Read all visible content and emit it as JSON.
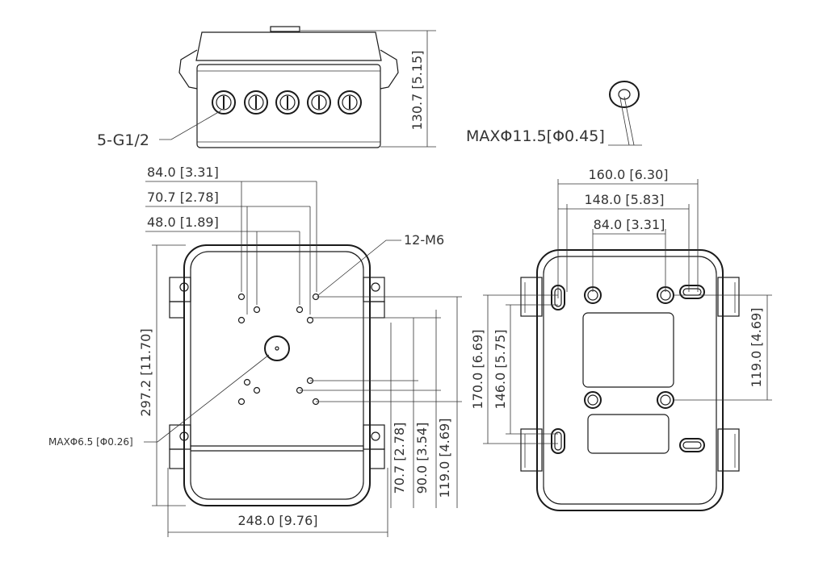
{
  "top_view": {
    "gland_label": "5-G1/2",
    "height_dim": "130.7 [5.15]"
  },
  "grommet": {
    "label": "MAXΦ11.5[Φ0.45]"
  },
  "front_view": {
    "dim_84": "84.0 [3.31]",
    "dim_70_7": "70.7 [2.78]",
    "dim_48": "48.0 [1.89]",
    "screw_label": "12-M6",
    "height_dim": "297.2 [11.70]",
    "hole_label": "MAXΦ6.5 [Φ0.26]",
    "vdim_70_7": "70.7 [2.78]",
    "vdim_90": "90.0 [3.54]",
    "vdim_119": "119.0 [4.69]",
    "width_dim": "248.0 [9.76]"
  },
  "back_view": {
    "dim_160": "160.0 [6.30]",
    "dim_148": "148.0 [5.83]",
    "dim_84": "84.0 [3.31]",
    "vdim_170": "170.0 [6.69]",
    "vdim_146": "146.0 [5.75]",
    "vdim_119": "119.0 [4.69]"
  }
}
